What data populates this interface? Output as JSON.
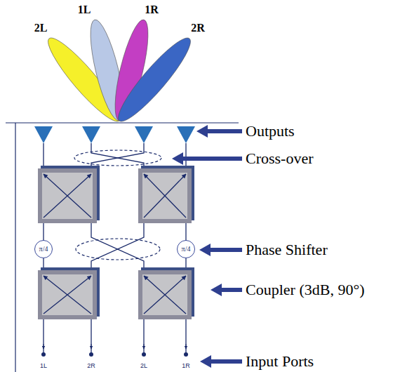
{
  "diagram": {
    "nodes": [
      {
        "text": [
          "π/4"
        ]
      },
      {
        "text": [
          "π/4"
        ]
      }
    ],
    "labels": [
      "2L",
      "1L",
      "1R",
      "2R",
      "Outputs",
      "Cross-over",
      "Phase Shifter",
      "Coupler (3dB, 90°)",
      "Input Ports",
      "1L",
      "2R",
      "2L",
      "1R"
    ]
  }
}
